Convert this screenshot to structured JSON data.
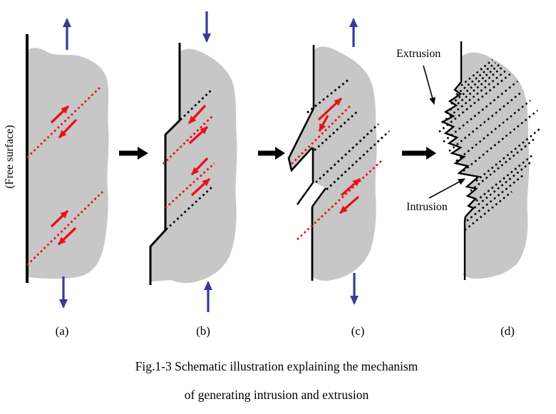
{
  "figure": {
    "free_surface_label": "(Free surface)",
    "annotations": {
      "extrusion": "Extrusion",
      "intrusion": "Intrusion"
    },
    "panel_labels": [
      "(a)",
      "(b)",
      "(c)",
      "(d)"
    ],
    "caption_line1": "Fig.1-3 Schematic illustration explaining the mechanism",
    "caption_line2": "of generating intrusion and extrusion",
    "colors": {
      "body_gray": "#c7c7c7",
      "slip_red": "#e8111a",
      "load_blue": "#3a3a99",
      "line_black": "#000000"
    }
  }
}
